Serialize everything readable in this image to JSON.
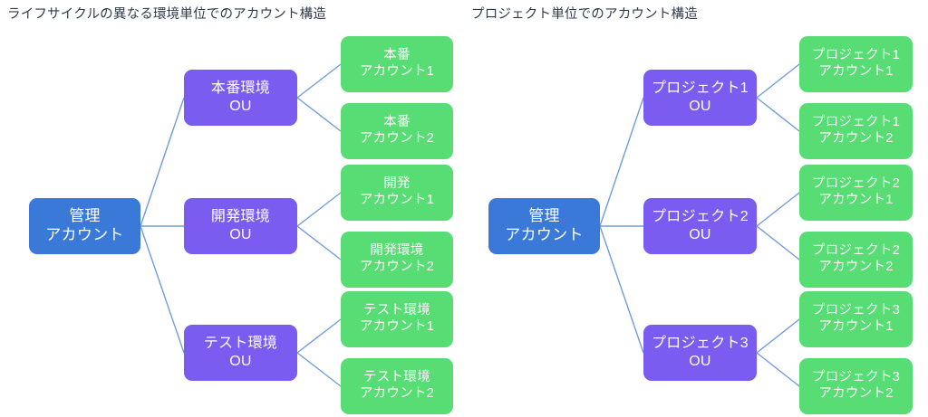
{
  "diagrams": [
    {
      "id": "lifecycle",
      "title": "ライフサイクルの異なる環境単位でのアカウント構造",
      "root": {
        "line1": "管理",
        "line2": "アカウント"
      },
      "branches": [
        {
          "ou": {
            "line1": "本番環境",
            "line2": "OU"
          },
          "accounts": [
            {
              "line1": "本番",
              "line2": "アカウント1"
            },
            {
              "line1": "本番",
              "line2": "アカウント2"
            }
          ]
        },
        {
          "ou": {
            "line1": "開発環境",
            "line2": "OU"
          },
          "accounts": [
            {
              "line1": "開発",
              "line2": "アカウント1"
            },
            {
              "line1": "開発環境",
              "line2": "アカウント2"
            }
          ]
        },
        {
          "ou": {
            "line1": "テスト環境",
            "line2": "OU"
          },
          "accounts": [
            {
              "line1": "テスト環境",
              "line2": "アカウント1"
            },
            {
              "line1": "テスト環境",
              "line2": "アカウント2"
            }
          ]
        }
      ]
    },
    {
      "id": "project",
      "title": "プロジェクト単位でのアカウント構造",
      "root": {
        "line1": "管理",
        "line2": "アカウント"
      },
      "branches": [
        {
          "ou": {
            "line1": "プロジェクト1",
            "line2": "OU"
          },
          "accounts": [
            {
              "line1": "プロジェクト1",
              "line2": "アカウント1"
            },
            {
              "line1": "プロジェクト1",
              "line2": "アカウント2"
            }
          ]
        },
        {
          "ou": {
            "line1": "プロジェクト2",
            "line2": "OU"
          },
          "accounts": [
            {
              "line1": "プロジェクト2",
              "line2": "アカウント1"
            },
            {
              "line1": "プロジェクト2",
              "line2": "アカウント2"
            }
          ]
        },
        {
          "ou": {
            "line1": "プロジェクト3",
            "line2": "OU"
          },
          "accounts": [
            {
              "line1": "プロジェクト3",
              "line2": "アカウント1"
            },
            {
              "line1": "プロジェクト3",
              "line2": "アカウント2"
            }
          ]
        }
      ]
    }
  ],
  "colors": {
    "root_node": "#3b79d8",
    "ou_node": "#7a5cf0",
    "account_node": "#57dd74",
    "edge": "#6f9ddb",
    "title_text": "#2e3b4e",
    "node_text": "#ffffff",
    "background": "#ffffff"
  }
}
